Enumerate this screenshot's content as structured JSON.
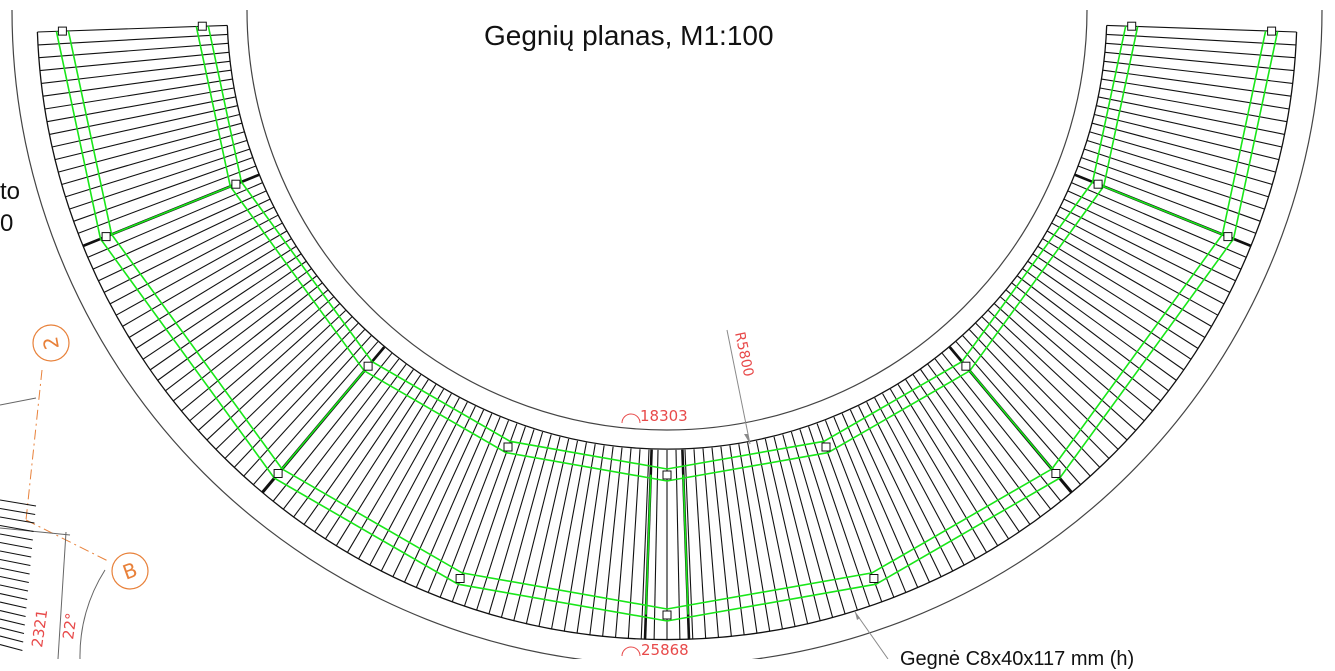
{
  "drawing": {
    "title": "Gegnių planas, M1:100",
    "left_fragment_line1": "to",
    "left_fragment_line2": "0",
    "bottom_note_fragment": "Gegnė C8x40x117 mm (h)",
    "dimensions": {
      "inner_radius_label": "R5800",
      "inner_arc_length_label": "18303",
      "outer_arc_length_label": "25868",
      "left_length_label": "2321",
      "left_angle_label": "22°"
    },
    "grid_bubbles": [
      {
        "id": "axis-2",
        "label": "2"
      },
      {
        "id": "axis-B",
        "label": "B"
      }
    ],
    "colors": {
      "linework": "#111111",
      "beams": "#19e619",
      "dimensions": "#e84a4a",
      "grid_axes": "#e8813a",
      "leader": "#8a8a8a"
    }
  }
}
